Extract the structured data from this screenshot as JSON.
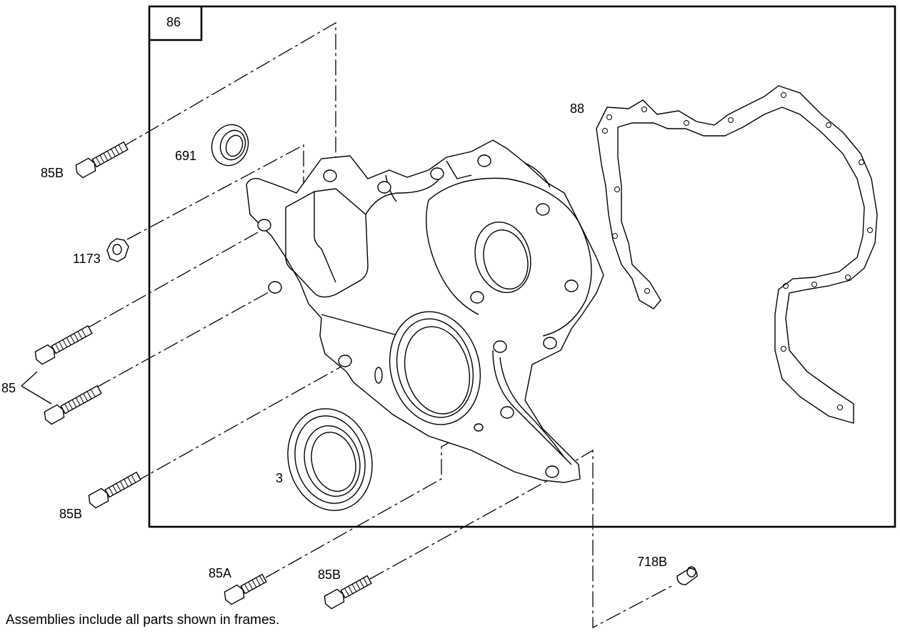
{
  "frame": {
    "label": "86"
  },
  "callouts": {
    "bolt_top_left": "85B",
    "seal_small": "691",
    "nut": "1173",
    "bolt_pair": "85",
    "bolt_lower_left": "85B",
    "seal_large": "3",
    "bolt_85a": "85A",
    "bolt_bottom": "85B",
    "gasket": "88",
    "dowel": "718B"
  },
  "footnote": "Assemblies include all parts shown in frames."
}
